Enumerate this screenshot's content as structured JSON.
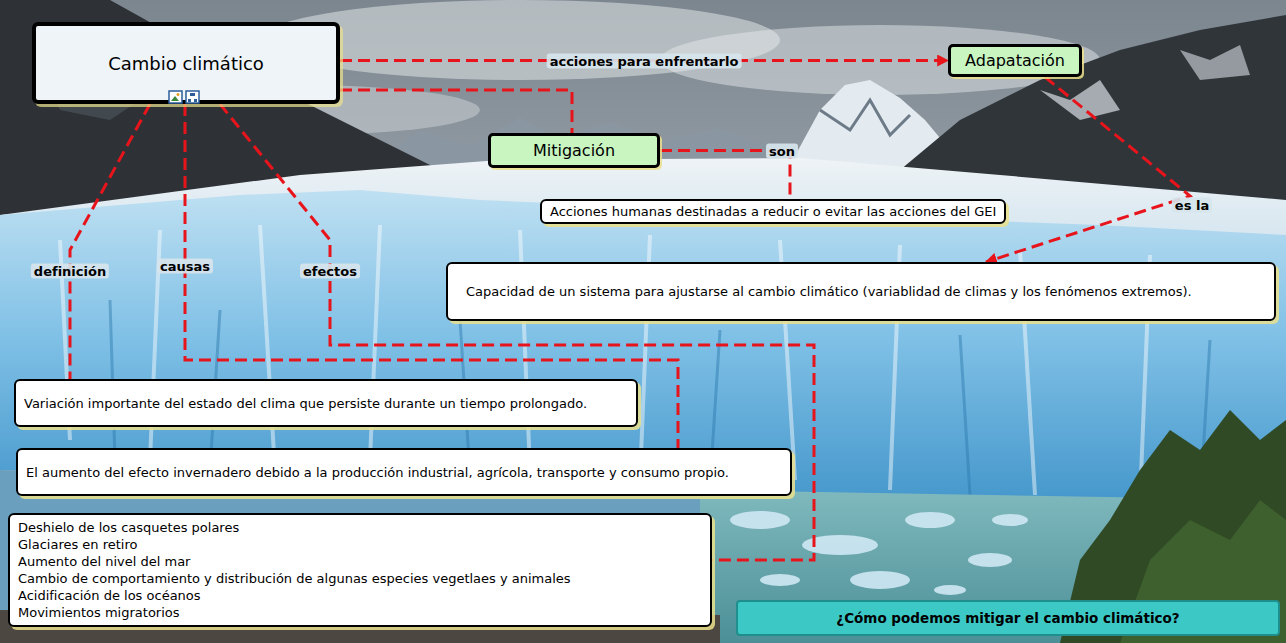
{
  "diagram": {
    "nodes": [
      {
        "text": [
          "Cambio climático"
        ]
      },
      {
        "text": [
          "Adapatación"
        ]
      },
      {
        "text": [
          "Mitigación"
        ]
      },
      {
        "text": [
          "Acciones humanas destinadas a reducir o evitar las acciones del GEI"
        ]
      },
      {
        "text": [
          "Capacidad de un sistema para ajustarse al cambio climático (variablidad de climas y los fenómenos extremos)."
        ]
      },
      {
        "text": [
          "Variación importante del estado del clima que persiste durante un tiempo prolongado."
        ]
      },
      {
        "text": [
          "El aumento del efecto invernadero debido a la producción industrial, agrícola, transporte y consumo propio."
        ]
      },
      {
        "text": [
          "Deshielo de los casquetes polares",
          "Glaciares en retiro",
          "Aumento del nivel del mar",
          "Cambio de comportamiento y distribución de algunas especies vegetlaes y animales",
          "Acidificación de los océanos",
          "Movimientos migratorios"
        ]
      },
      {
        "text": [
          "¿Cómo podemos mitigar el cambio climático?"
        ]
      }
    ],
    "edges": [
      {
        "from": 0,
        "to": 1,
        "label": "acciones para enfrentarlo",
        "arrow": "to"
      },
      {
        "from": 0,
        "to": 2,
        "arrow": "none"
      },
      {
        "from": 2,
        "to": 3,
        "label": "son",
        "arrow": "none"
      },
      {
        "from": 1,
        "to": 4,
        "label": "es la",
        "arrow": "to"
      },
      {
        "from": 0,
        "to": 5,
        "label": "definición",
        "arrow": "none"
      },
      {
        "from": 0,
        "to": 6,
        "label": "causas",
        "arrow": "none"
      },
      {
        "from": 0,
        "to": 7,
        "label": "efectos",
        "arrow": "none"
      }
    ]
  }
}
